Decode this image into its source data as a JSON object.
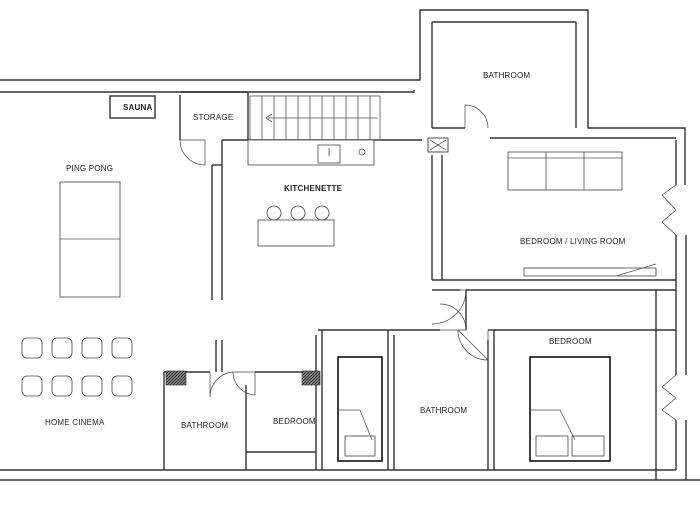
{
  "rooms": {
    "sauna": "SAUNA",
    "storage": "STORAGE",
    "bathroom_top": "BATHROOM",
    "ping_pong": "PING PONG",
    "kitchenette": "KITCHENETTE",
    "bedroom_living": "BEDROOM / LIVING ROOM",
    "home_cinema": "HOME CINEMA",
    "bathroom_small": "BATHROOM",
    "bedroom_small": "BEDROOM",
    "bathroom_mid": "BATHROOM",
    "bedroom_right": "BEDROOM"
  }
}
